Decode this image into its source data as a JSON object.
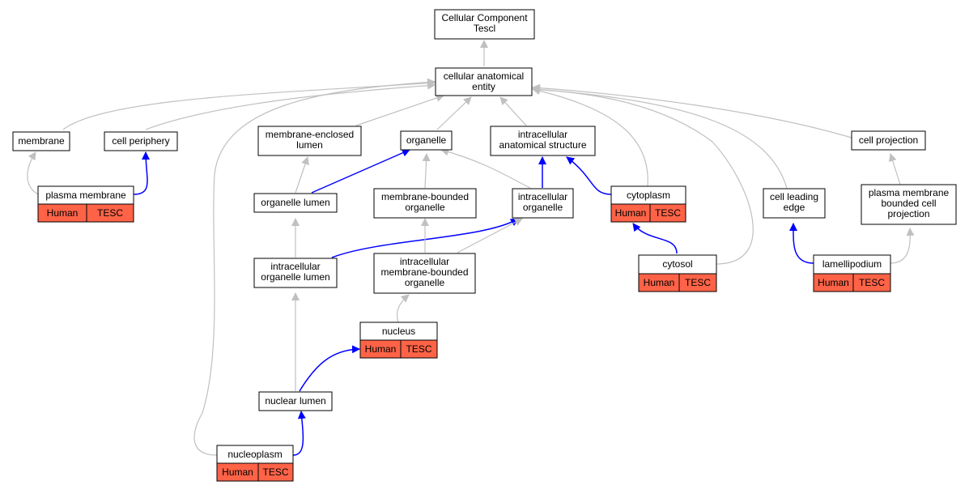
{
  "colors": {
    "is_a_edge": "#c0c0c0",
    "part_of_edge": "#0000ff",
    "annotation_fill": "#ff6347",
    "node_fill": "#ffffff"
  },
  "nodes": {
    "root": [
      "Cellular Component",
      "Tescl"
    ],
    "cae": [
      "cellular anatomical",
      "entity"
    ],
    "membrane": [
      "membrane"
    ],
    "cell_periphery": [
      "cell periphery"
    ],
    "mel": [
      "membrane-enclosed",
      "lumen"
    ],
    "organelle": [
      "organelle"
    ],
    "ias": [
      "intracellular",
      "anatomical structure"
    ],
    "cell_projection": [
      "cell projection"
    ],
    "plasma_membrane": [
      "plasma membrane"
    ],
    "organelle_lumen": [
      "organelle lumen"
    ],
    "mbo": [
      "membrane-bounded",
      "organelle"
    ],
    "io": [
      "intracellular",
      "organelle"
    ],
    "cytoplasm": [
      "cytoplasm"
    ],
    "cle": [
      "cell leading",
      "edge"
    ],
    "pmbcp": [
      "plasma membrane",
      "bounded cell",
      "projection"
    ],
    "iol": [
      "intracellular",
      "organelle lumen"
    ],
    "imbo": [
      "intracellular",
      "membrane-bounded",
      "organelle"
    ],
    "cytosol": [
      "cytosol"
    ],
    "lamellipodium": [
      "lamellipodium"
    ],
    "nucleus": [
      "nucleus"
    ],
    "nuclear_lumen": [
      "nuclear lumen"
    ],
    "nucleoplasm": [
      "nucleoplasm"
    ]
  },
  "annotation": {
    "species": "Human",
    "gene": "TESC"
  }
}
